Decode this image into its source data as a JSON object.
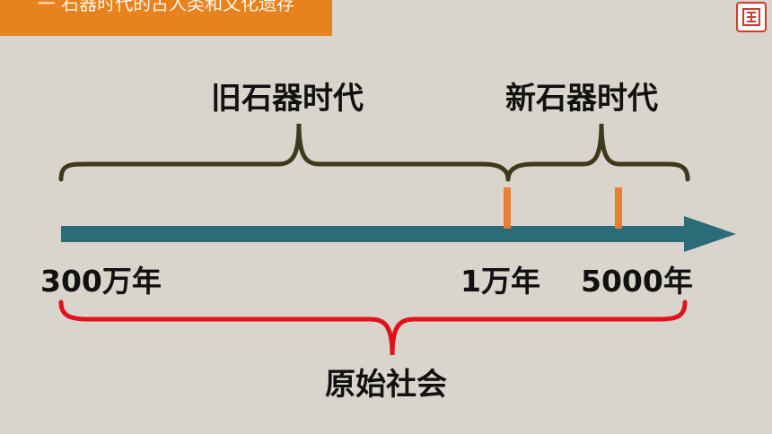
{
  "header": {
    "title": "一 石器时代的古人类和文化遗存"
  },
  "logo": {
    "icon": "seal-stamp-icon"
  },
  "timeline": {
    "eras": [
      {
        "label": "旧石器时代"
      },
      {
        "label": "新石器时代"
      }
    ],
    "ticks": [
      {
        "label": "300万年"
      },
      {
        "label": "1万年"
      },
      {
        "label": "5000年"
      }
    ],
    "span_label": "原始社会"
  },
  "colors": {
    "background": "#d9d4cc",
    "banner": "#e8821e",
    "arrow": "#2c6b78",
    "era_brace": "#3d3a1c",
    "marker": "#ea7c36",
    "span_brace": "#e2121a"
  }
}
